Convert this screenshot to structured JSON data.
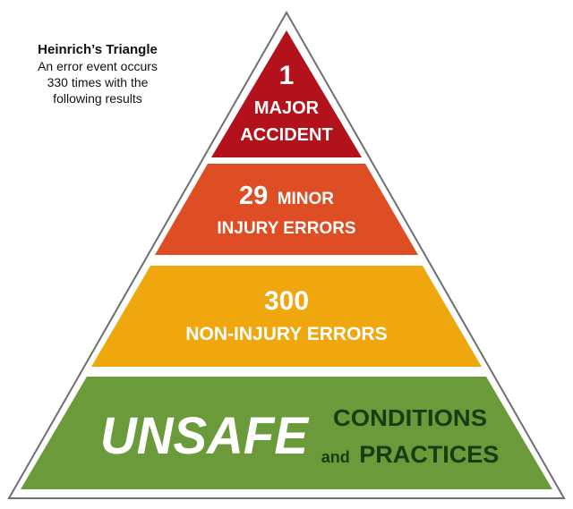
{
  "caption": {
    "title": "Heinrich’s Triangle",
    "lines": [
      "An error event occurs",
      "330 times with the",
      "following results"
    ]
  },
  "tiers": [
    {
      "number": "1",
      "label_line1": "MAJOR",
      "label_line2": "ACCIDENT",
      "color": "#b3121c"
    },
    {
      "number": "29",
      "label_line1": "MINOR",
      "label_line2": "INJURY ERRORS",
      "color": "#de4d23"
    },
    {
      "number": "300",
      "label_line1": "NON-INJURY ERRORS",
      "color": "#f0a70d"
    },
    {
      "big_word": "UNSAFE",
      "label_line1": "CONDITIONS",
      "label_line2_small": "and",
      "label_line2_big": "PRACTICES",
      "color": "#6a9a3a",
      "label_color": "#163d12"
    }
  ],
  "outline_color": "#6f6f6f"
}
